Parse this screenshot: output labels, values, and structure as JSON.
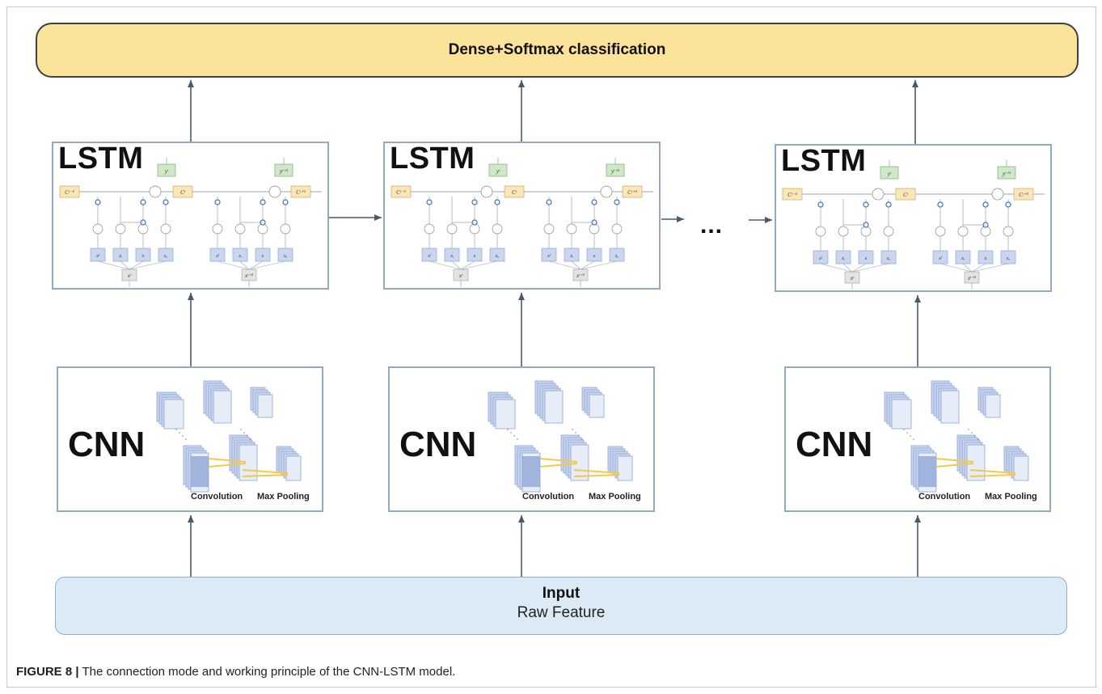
{
  "top_layer": {
    "label": "Dense+Softmax classification"
  },
  "lstm_blocks": [
    {
      "title": "LSTM",
      "cells": [
        {
          "y": "yᵗ",
          "c_in": "Cᵗ⁻¹",
          "c_mid": "Cᵗ",
          "x": "xᵗ"
        },
        {
          "y": "yᵗ⁺¹",
          "c_out": "Cᵗ⁺¹",
          "x": "xᵗ⁺¹"
        }
      ]
    },
    {
      "title": "LSTM",
      "cells": [
        {
          "y": "yᵗ",
          "c_in": "Cᵗ⁻¹",
          "c_mid": "Cᵗ",
          "x": "xᵗ"
        },
        {
          "y": "yᵗ⁺¹",
          "c_out": "Cᵗ⁺¹",
          "x": "xᵗ⁺¹"
        }
      ]
    },
    {
      "title": "LSTM",
      "cells": [
        {
          "y": "yᵗ",
          "c_in": "Cᵗ⁻¹",
          "c_mid": "Cᵗ",
          "x": "xᵗ"
        },
        {
          "y": "yᵗ⁺¹",
          "c_out": "Cᵗ⁺¹",
          "x": "xᵗ⁺¹"
        }
      ]
    }
  ],
  "gate_inputs": [
    "xᶠ",
    "xᵢ",
    "x",
    "xₒ"
  ],
  "cnn_blocks": [
    {
      "title": "CNN",
      "conv_label": "Convolution",
      "pool_label": "Max Pooling"
    },
    {
      "title": "CNN",
      "conv_label": "Convolution",
      "pool_label": "Max Pooling"
    },
    {
      "title": "CNN",
      "conv_label": "Convolution",
      "pool_label": "Max Pooling"
    }
  ],
  "ellipsis": "...",
  "input_layer": {
    "title": "Input",
    "subtitle": "Raw Feature"
  },
  "caption": {
    "label": "FIGURE 8 |",
    "text": " The connection mode and working principle of the CNN-LSTM model."
  },
  "colors": {
    "dense_fill": "#fbe39a",
    "input_fill": "#dceaf6",
    "box_border": "#93a9bf",
    "arrow": "#4a5a6a",
    "map_fill": "#c9d6ee",
    "map_dark": "#8ea6d6",
    "filter_line": "#f2c94c"
  }
}
